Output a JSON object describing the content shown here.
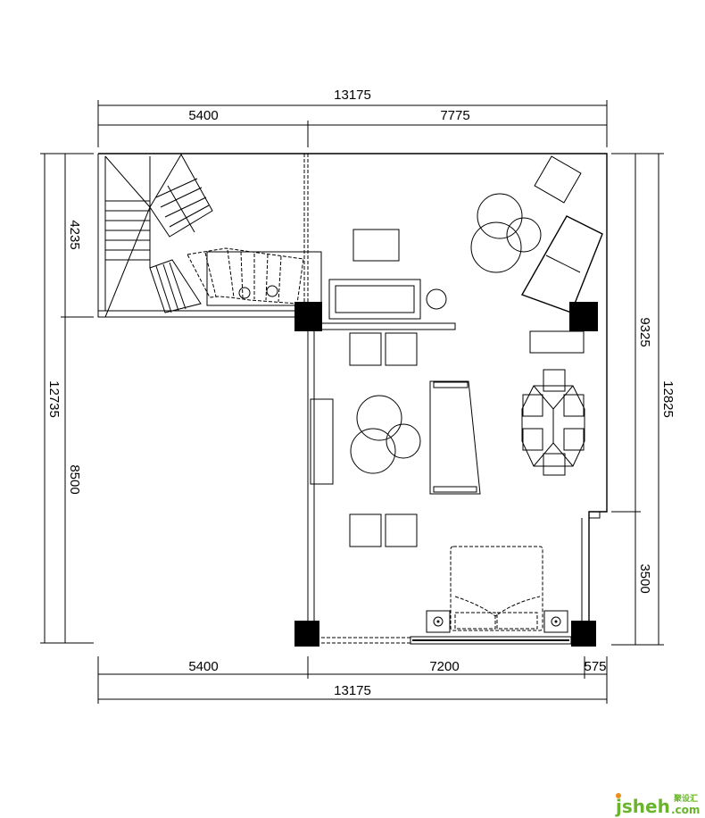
{
  "dimensions": {
    "top_total": "13175",
    "top_left": "5400",
    "top_right": "7775",
    "bottom_left": "5400",
    "bottom_mid": "7200",
    "bottom_right": "575",
    "bottom_total": "13175",
    "left_total": "12735",
    "left_upper": "4235",
    "left_lower": "8500",
    "right_upper": "9325",
    "right_lower": "3500",
    "right_total": "12825"
  },
  "watermark": {
    "brand": "jsheh",
    "domain": ".com",
    "chinese": "聚设汇",
    "accent": "#6ab42d",
    "dot_color": "#f08c1e"
  }
}
